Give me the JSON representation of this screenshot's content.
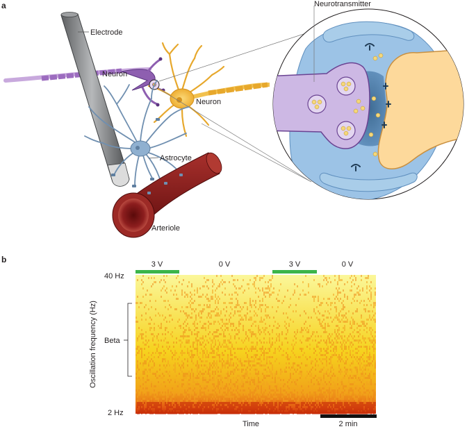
{
  "panel_a": {
    "letter": "a",
    "labels": {
      "electrode": "Electrode",
      "neuron_left": "Neuron",
      "neuron_right": "Neuron",
      "astrocyte": "Astrocyte",
      "arteriole": "Arteriole",
      "neurotransmitter": "Neurotransmitter"
    },
    "colors": {
      "electrode": "#8a8c8e",
      "purple_neuron": "#8e5fb0",
      "yellow_neuron": "#f2c14e",
      "astrocyte": "#7f9fbf",
      "arteriole": "#8c1c1c",
      "synapse_bg": "#9cc3e6"
    }
  },
  "panel_b": {
    "letter": "b",
    "bars": [
      {
        "label": "3 V",
        "color": "#3cb54a"
      },
      {
        "label": "0 V",
        "color": ""
      },
      {
        "label": "3 V",
        "color": "#3cb54a"
      },
      {
        "label": "0 V",
        "color": ""
      }
    ],
    "y_top_label": "40 Hz",
    "y_bottom_label": "2 Hz",
    "y_axis_title": "Oscillation frequency (Hz)",
    "beta_label": "Beta",
    "x_axis_title": "Time",
    "scale_bar_label": "2 min"
  }
}
